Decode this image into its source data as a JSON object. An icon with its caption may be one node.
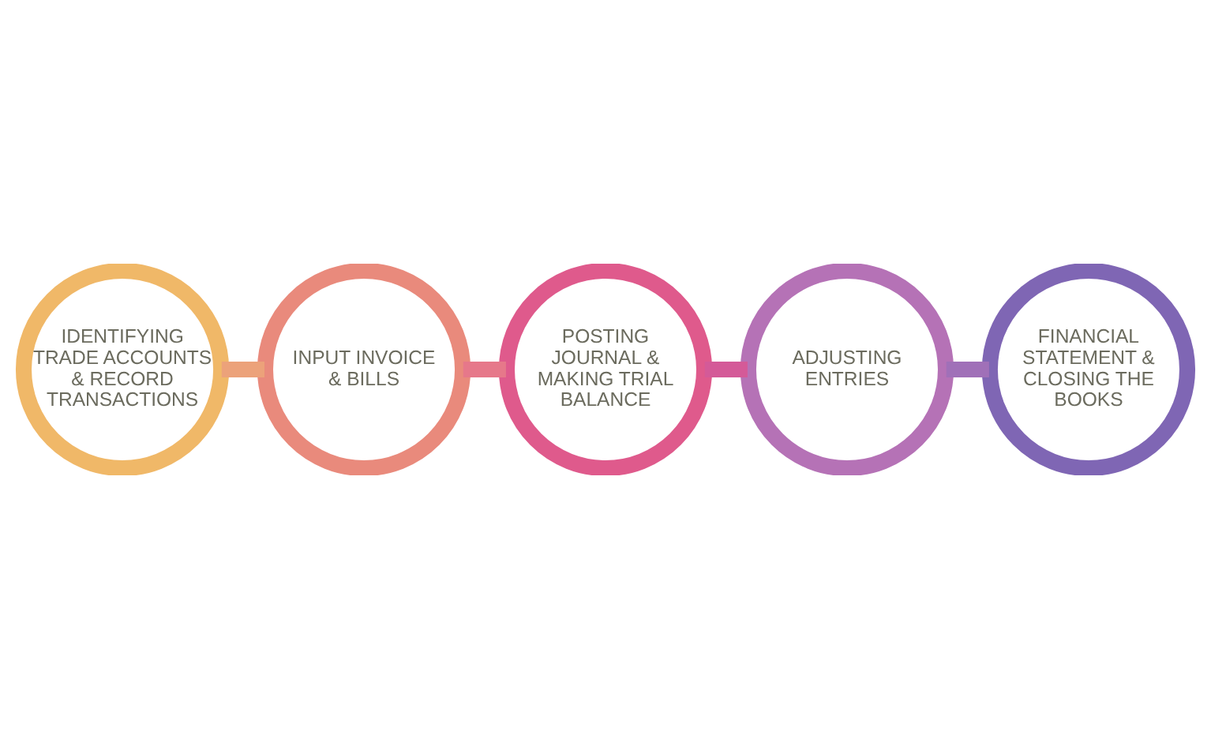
{
  "diagram": {
    "nodes": [
      {
        "text": [
          "IDENTIFYING TRADE ACCOUNTS & RECORD TRANSACTIONS"
        ]
      },
      {
        "text": [
          "INPUT INVOICE & BILLS"
        ]
      },
      {
        "text": [
          "POSTING JOURNAL & MAKING TRIAL BALANCE"
        ]
      },
      {
        "text": [
          "ADJUSTING ENTRIES"
        ]
      },
      {
        "text": [
          "FINANCIAL STATEMENT & CLOSING THE BOOKS"
        ]
      }
    ],
    "edges": [
      {
        "from": 0,
        "to": 1,
        "arrow": "none",
        "color": "#eca27a"
      },
      {
        "from": 1,
        "to": 2,
        "arrow": "none",
        "color": "#e6788a"
      },
      {
        "from": 2,
        "to": 3,
        "arrow": "none",
        "color": "#d45a98"
      },
      {
        "from": 3,
        "to": 4,
        "arrow": "none",
        "color": "#a070b8"
      }
    ]
  }
}
